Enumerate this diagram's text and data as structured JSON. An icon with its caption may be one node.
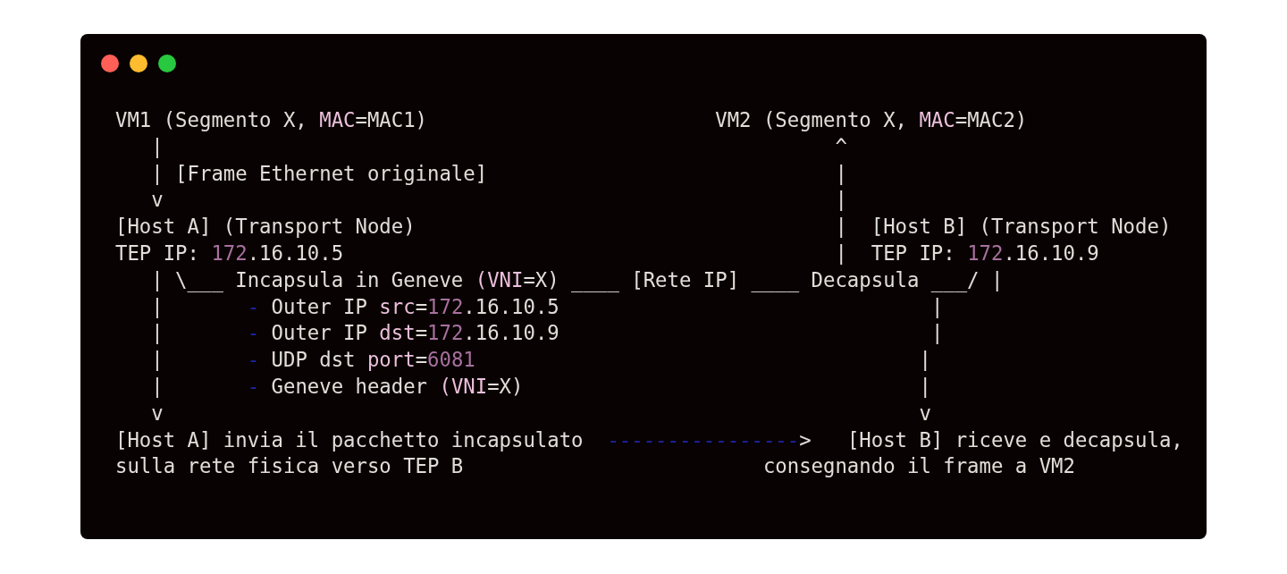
{
  "diagram": {
    "labels": [
      "VM1 (Segmento X, MAC=MAC1)                        VM2 (Segmento X, MAC=MAC2)",
      "   |                                                        ^",
      "   | [Frame Ethernet originale]                             |",
      "   v                                                        |",
      "[Host A] (Transport Node)                                   |  [Host B] (Transport Node)",
      "TEP IP: 172.16.10.5                                         |  TEP IP: 172.16.10.9",
      "   | \\___ Incapsula in Geneve (VNI=X) ____ [Rete IP] ____ Decapsula ___/ |",
      "   |       - Outer IP src=172.16.10.5                               |",
      "   |       - Outer IP dst=172.16.10.9                               |",
      "   |       - UDP dst port=6081                                     |",
      "   |       - Geneve header (VNI=X)                                 |",
      "   v                                                               v",
      "[Host A] invia il pacchetto incapsulato  ---------------->   [Host B] riceve e decapsula,",
      "sulla rete fisica verso TEP B                         consegnando il frame a VM2"
    ]
  }
}
